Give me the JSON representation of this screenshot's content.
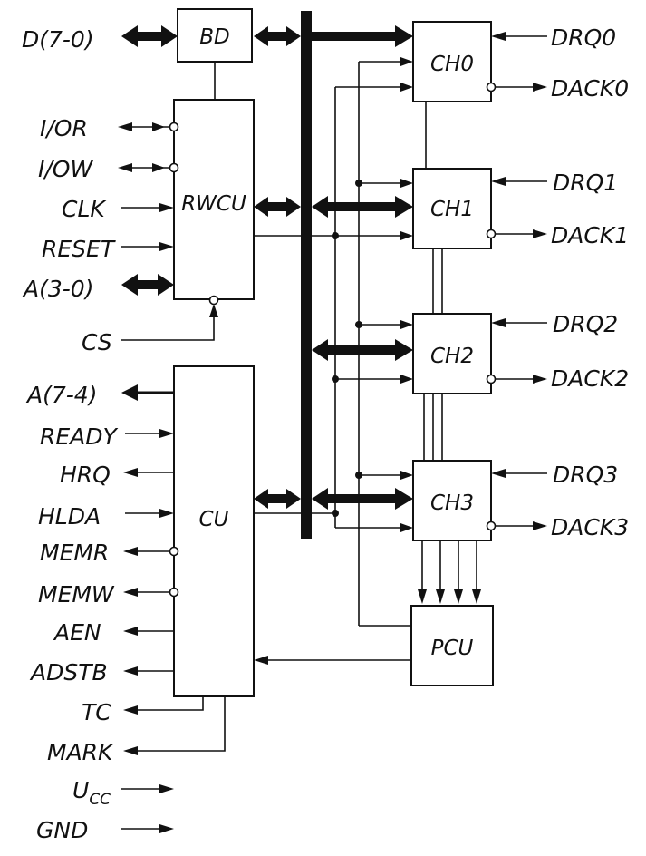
{
  "blocks": {
    "bd": "BD",
    "rwcu": "RWCU",
    "cu": "CU",
    "ch0": "CH0",
    "ch1": "CH1",
    "ch2": "CH2",
    "ch3": "CH3",
    "pcu": "PCU"
  },
  "left_signals": {
    "d70": "D(7-0)",
    "ior": "I/OR",
    "iow": "I/OW",
    "clk": "CLK",
    "reset": "RESET",
    "a30": "A(3-0)",
    "cs": "CS",
    "a74": "A(7-4)",
    "ready": "READY",
    "hrq": "HRQ",
    "hlda": "HLDA",
    "memr": "MEMR",
    "memw": "MEMW",
    "aen": "AEN",
    "adstb": "ADSTB",
    "tc": "TC",
    "mark": "MARK",
    "ucc_main": "U",
    "ucc_sub": "CC",
    "gnd": "GND"
  },
  "right_signals": {
    "drq0": "DRQ0",
    "dack0": "DACK0",
    "drq1": "DRQ1",
    "dack1": "DACK1",
    "drq2": "DRQ2",
    "dack2": "DACK2",
    "drq3": "DRQ3",
    "dack3": "DACK3"
  }
}
